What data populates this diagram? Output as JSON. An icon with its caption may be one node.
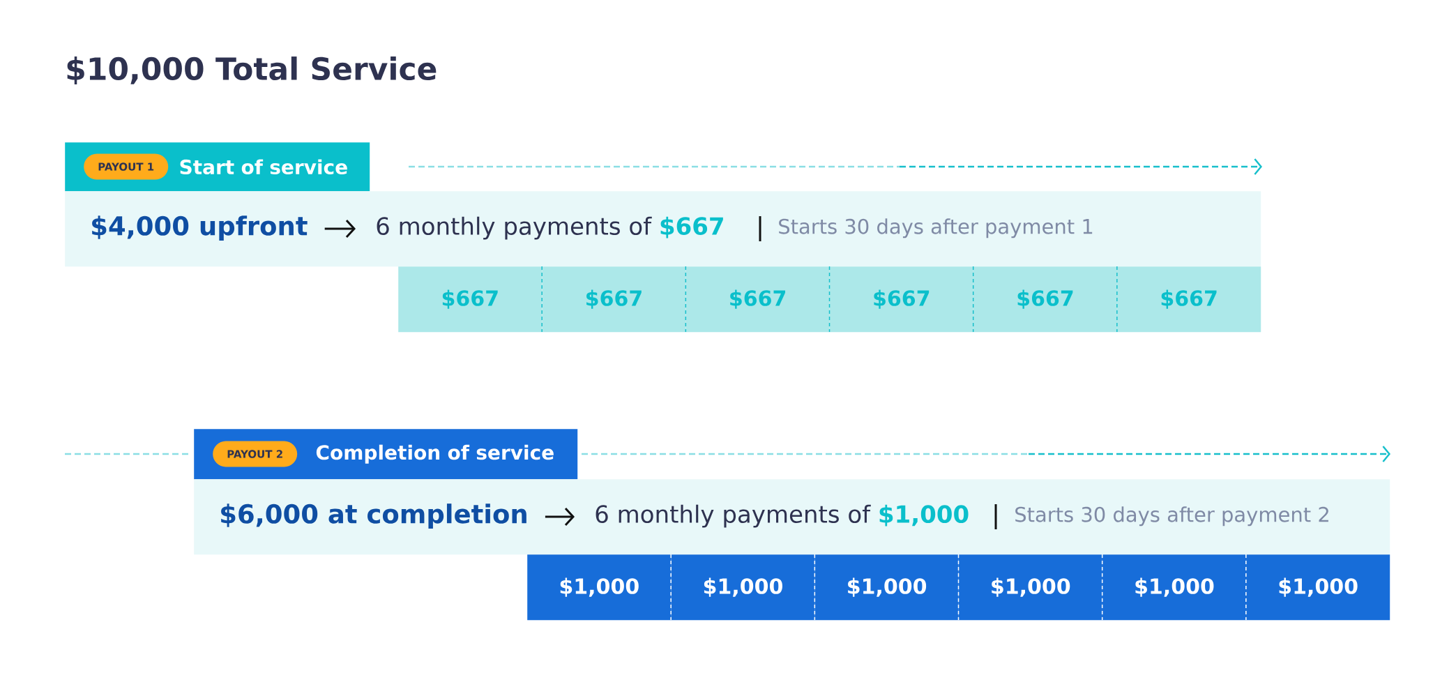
{
  "diagram": {
    "title": "$10,000 Total Service",
    "nodes": [
      {
        "text": [
          "Start of service"
        ]
      },
      {
        "text": [
          "PAYOUT 1"
        ],
        "in": 0
      },
      {
        "text": [],
        "shape": "box"
      },
      {
        "text": [
          "$4,000 upfront"
        ],
        "in": 2
      },
      {
        "text": [
          "6 monthly payments of **$667**"
        ],
        "in": 2
      },
      {
        "text": [
          "Starts 30 days after payment 1"
        ],
        "in": 2
      },
      {
        "text": [
          "$667"
        ]
      },
      {
        "text": [
          "$667"
        ]
      },
      {
        "text": [
          "$667"
        ]
      },
      {
        "text": [
          "$667"
        ]
      },
      {
        "text": [
          "$667"
        ]
      },
      {
        "text": [
          "$667"
        ]
      },
      {
        "text": [
          "Completion of service"
        ]
      },
      {
        "text": [
          "PAYOUT 2"
        ],
        "in": 12
      },
      {
        "text": [],
        "shape": "box"
      },
      {
        "text": [
          "$6,000 at completion"
        ],
        "in": 14
      },
      {
        "text": [
          "6 monthly payments of **$1,000**"
        ],
        "in": 14
      },
      {
        "text": [
          "Starts 30 days after payment 2"
        ],
        "in": 14
      },
      {
        "text": [
          "$1,000"
        ]
      },
      {
        "text": [
          "$1,000"
        ]
      },
      {
        "text": [
          "$1,000"
        ]
      },
      {
        "text": [
          "$1,000"
        ]
      },
      {
        "text": [
          "$1,000"
        ]
      },
      {
        "text": [
          "$1,000"
        ]
      }
    ],
    "edges": [
      {
        "from": 3,
        "to": 4,
        "arrow": "to"
      },
      {
        "from": 15,
        "to": 16,
        "arrow": "to"
      }
    ]
  }
}
